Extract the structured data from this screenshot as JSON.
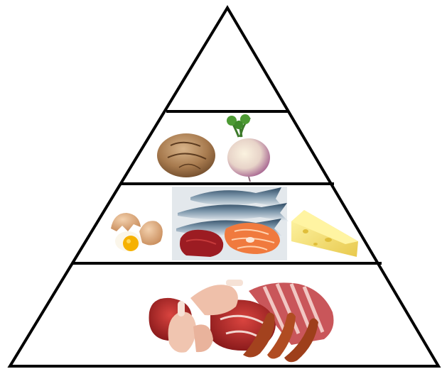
{
  "diagram": {
    "kind": "food-pyramid",
    "outline_color": "#000000",
    "background": "#ffffff",
    "tiers": [
      {
        "level": "top",
        "items": []
      },
      {
        "level": "second",
        "items": [
          "bread-loaf",
          "turnip"
        ]
      },
      {
        "level": "third",
        "items": [
          "cracked-egg",
          "mackerel-fish",
          "tuna-steak",
          "salmon-steak",
          "cheese-wedge"
        ]
      },
      {
        "level": "base",
        "items": [
          "raw-beef-cuts",
          "chicken-drumsticks",
          "pork-ribs",
          "sausages"
        ]
      }
    ]
  }
}
